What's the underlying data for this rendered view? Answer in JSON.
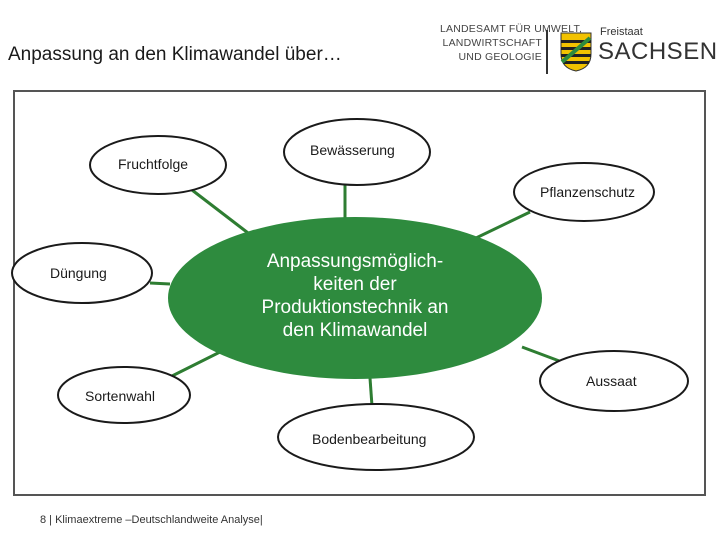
{
  "slide": {
    "title": "Anpassung an den Klimawandel über…",
    "footer": "8 | Klimaextreme –Deutschlandweite Analyse|"
  },
  "logo": {
    "lfulg_line1": "LANDESAMT FÜR UMWELT,",
    "lfulg_line2": "LANDWIRTSCHAFT",
    "lfulg_line3": "UND GEOLOGIE",
    "state_small": "Freistaat",
    "state_big": "SACHSEN"
  },
  "diagram": {
    "center_line1": "Anpassungsmöglich-",
    "center_line2": "keiten der",
    "center_line3": "Produktionstechnik an",
    "center_line4": "den Klimawandel",
    "nodes": {
      "fruchtfolge": "Fruchtfolge",
      "bewaesserung": "Bewässerung",
      "pflanzenschutz": "Pflanzenschutz",
      "duengung": "Düngung",
      "aussaat": "Aussaat",
      "sortenwahl": "Sortenwahl",
      "bodenbearbeitung": "Bodenbearbeitung"
    },
    "colors": {
      "center_fill": "#2e8b3e",
      "connector": "#2e7d32",
      "node_border": "#1a1a1a"
    }
  }
}
